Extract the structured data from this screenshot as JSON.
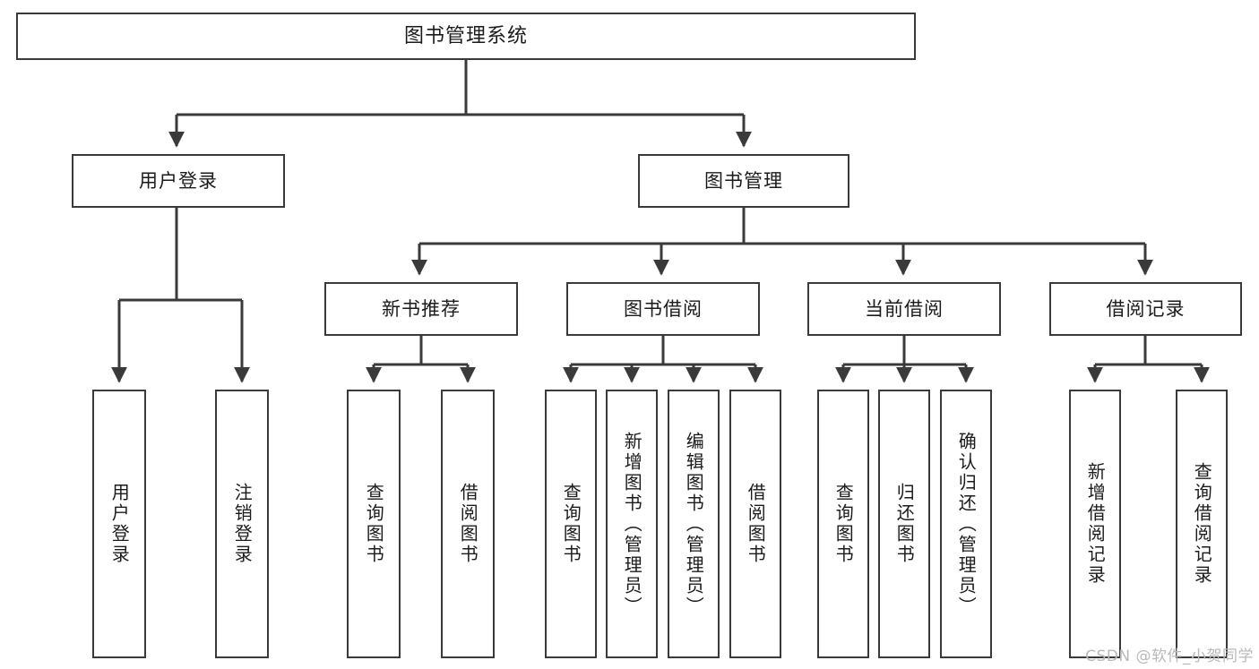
{
  "diagram": {
    "title": "图书管理系统",
    "watermark": "CSDN @软件_小贺同学",
    "colors": {
      "background": "#ffffff",
      "node_fill": "#ffffff",
      "node_border": "#3a3a3a",
      "connector": "#3a3a3a",
      "text": "#1b1b1b",
      "watermark": "#b9b9b9"
    },
    "root": {
      "label": "图书管理系统"
    },
    "level2": [
      {
        "label": "用户登录"
      },
      {
        "label": "图书管理"
      }
    ],
    "level3": [
      {
        "label": "新书推荐"
      },
      {
        "label": "图书借阅"
      },
      {
        "label": "当前借阅"
      },
      {
        "label": "借阅记录"
      }
    ],
    "leaves": {
      "user_login": [
        {
          "label": "用户登录"
        },
        {
          "label": "注销登录"
        }
      ],
      "new_book": [
        {
          "label": "查询图书"
        },
        {
          "label": "借阅图书"
        }
      ],
      "book_borrow": [
        {
          "label": "查询图书"
        },
        {
          "label": "新增图书（管理员）"
        },
        {
          "label": "编辑图书（管理员）"
        },
        {
          "label": "借阅图书"
        }
      ],
      "current_borrow": [
        {
          "label": "查询图书"
        },
        {
          "label": "归还图书"
        },
        {
          "label": "确认归还（管理员）"
        }
      ],
      "borrow_record": [
        {
          "label": "新增借阅记录"
        },
        {
          "label": "查询借阅记录"
        }
      ]
    }
  }
}
